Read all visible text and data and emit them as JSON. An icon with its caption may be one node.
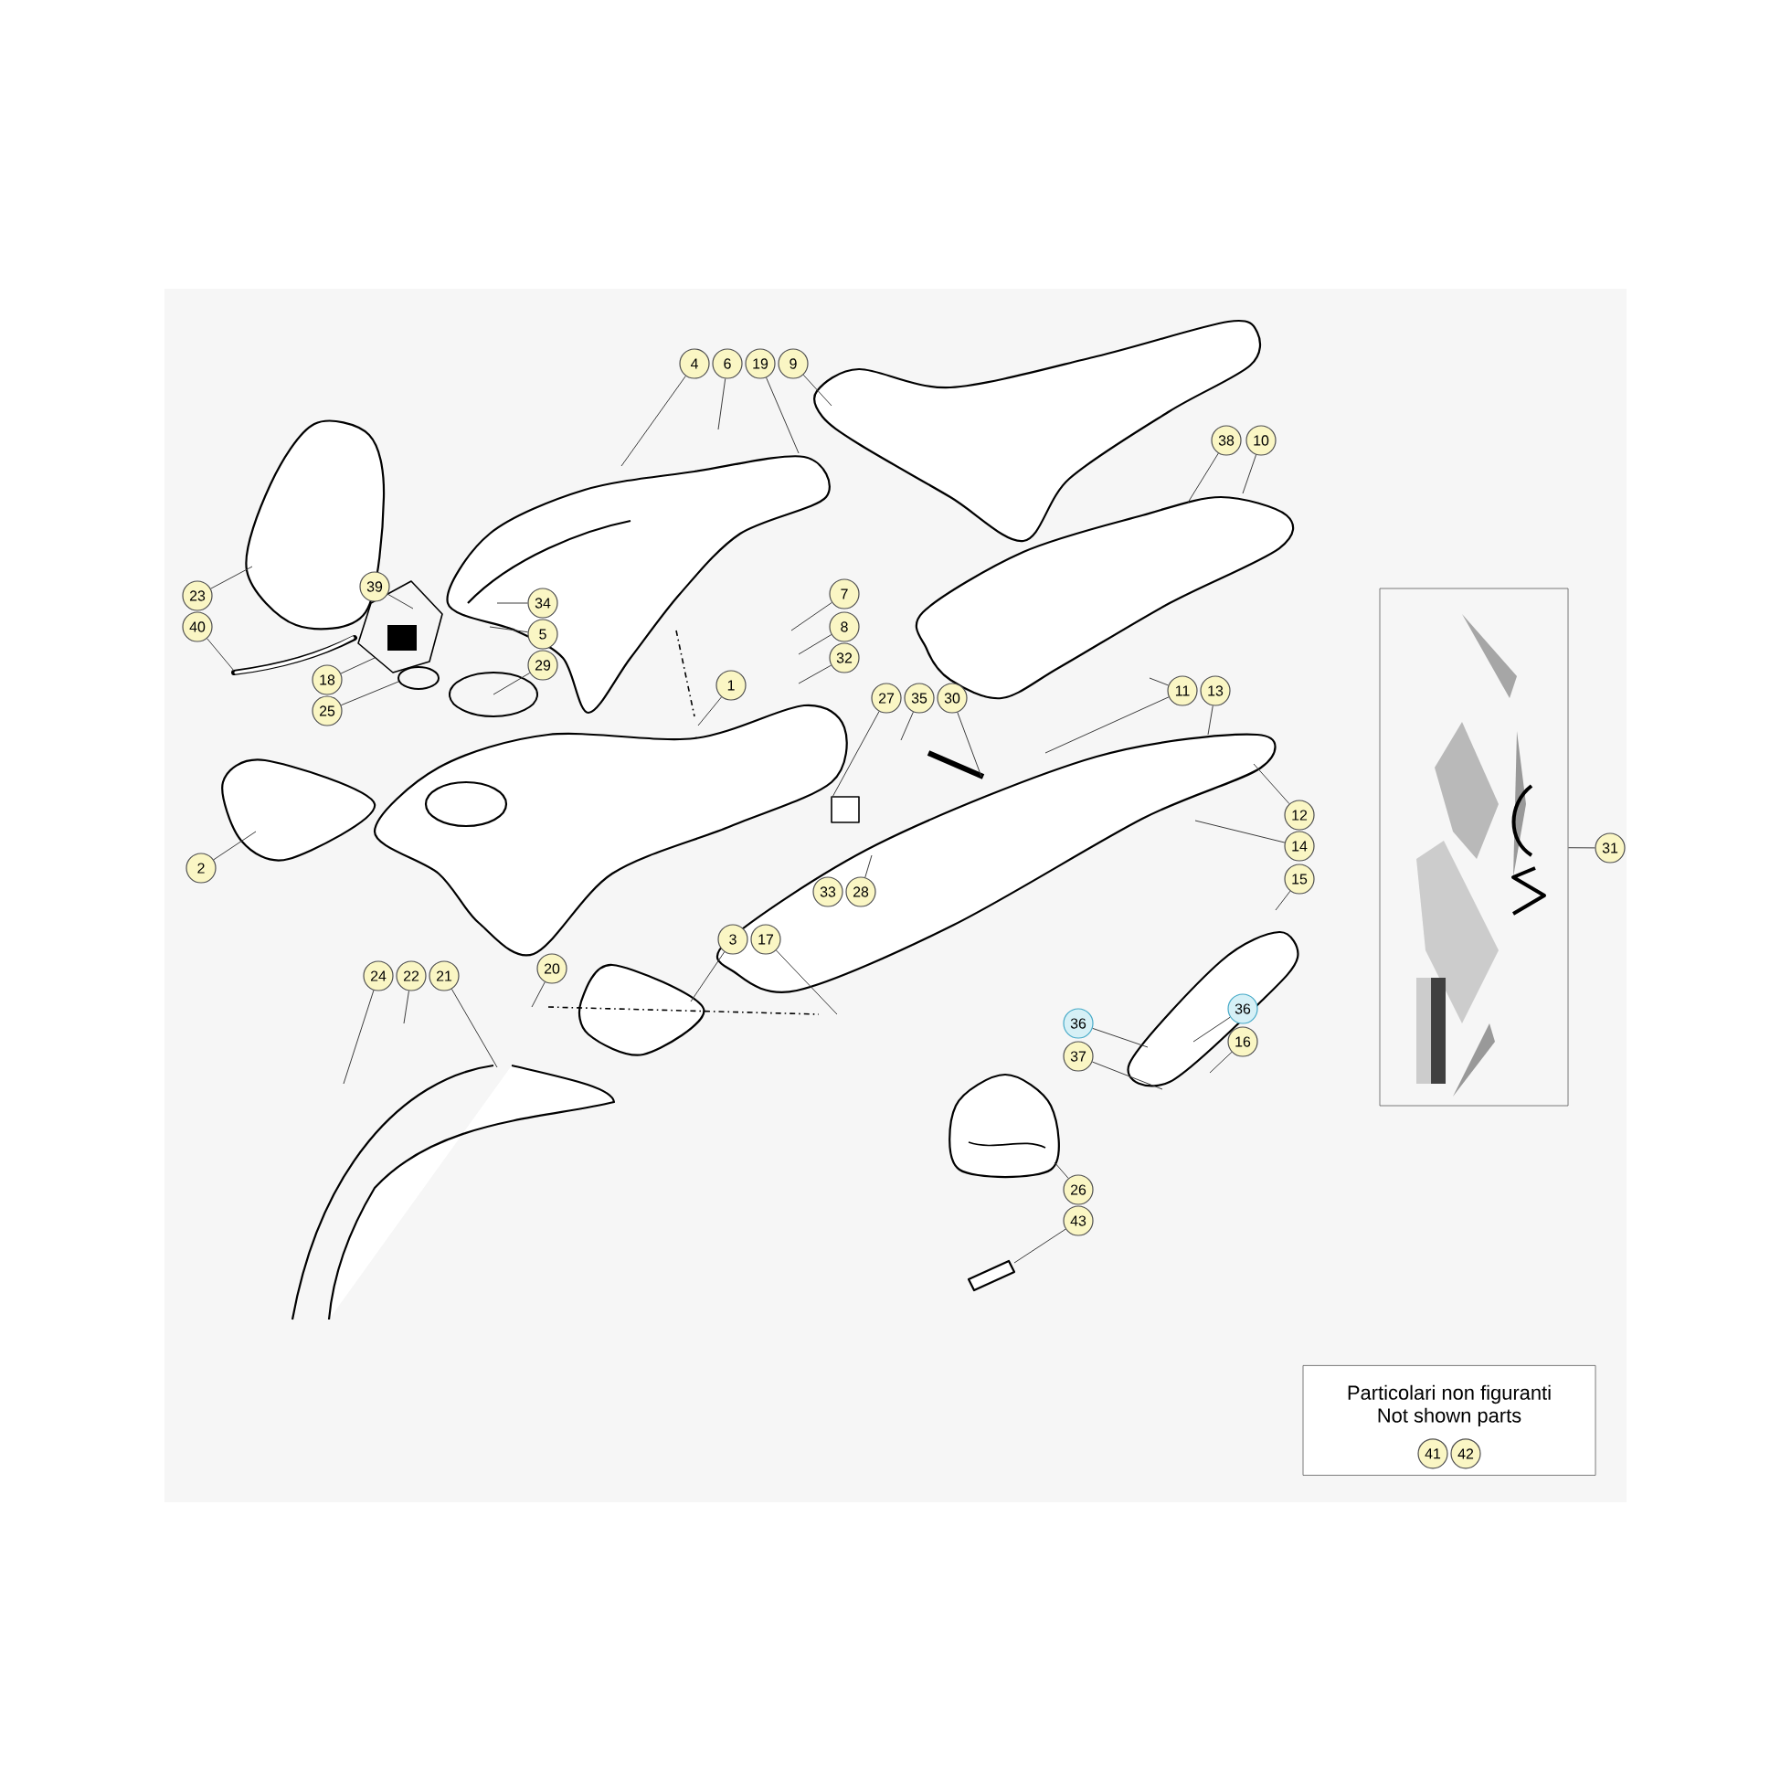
{
  "diagram": {
    "nodes": [
      {
        "text": [
          "4"
        ]
      },
      {
        "text": [
          "6"
        ]
      },
      {
        "text": [
          "19"
        ]
      },
      {
        "text": [
          "9"
        ]
      },
      {
        "text": [
          "38"
        ]
      },
      {
        "text": [
          "10"
        ]
      },
      {
        "text": [
          "23"
        ]
      },
      {
        "text": [
          "40"
        ]
      },
      {
        "text": [
          "39"
        ]
      },
      {
        "text": [
          "34"
        ]
      },
      {
        "text": [
          "5"
        ]
      },
      {
        "text": [
          "7"
        ]
      },
      {
        "text": [
          "8"
        ]
      },
      {
        "text": [
          "32"
        ]
      },
      {
        "text": [
          "18"
        ]
      },
      {
        "text": [
          "25"
        ]
      },
      {
        "text": [
          "29"
        ]
      },
      {
        "text": [
          "1"
        ]
      },
      {
        "text": [
          "27"
        ]
      },
      {
        "text": [
          "35"
        ]
      },
      {
        "text": [
          "30"
        ]
      },
      {
        "text": [
          "11"
        ]
      },
      {
        "text": [
          "13"
        ]
      },
      {
        "text": [
          "2"
        ]
      },
      {
        "text": [
          "12"
        ]
      },
      {
        "text": [
          "14"
        ]
      },
      {
        "text": [
          "15"
        ]
      },
      {
        "text": [
          "31"
        ]
      },
      {
        "text": [],
        "shape": "box"
      },
      {
        "text": [
          "33"
        ]
      },
      {
        "text": [
          "28"
        ]
      },
      {
        "text": [
          "3"
        ]
      },
      {
        "text": [
          "17"
        ]
      },
      {
        "text": [
          "24"
        ]
      },
      {
        "text": [
          "22"
        ]
      },
      {
        "text": [
          "21"
        ]
      },
      {
        "text": [
          "20"
        ]
      },
      {
        "text": [
          "36"
        ]
      },
      {
        "text": [
          "36"
        ]
      },
      {
        "text": [
          "37"
        ]
      },
      {
        "text": [
          "16"
        ]
      },
      {
        "text": [
          "26"
        ]
      },
      {
        "text": [
          "43"
        ]
      },
      {
        "text": [
          "Particolari non figuranti",
          "Not shown parts"
        ]
      },
      {
        "text": [
          "41"
        ],
        "in": 43
      },
      {
        "text": [
          "42"
        ],
        "in": 43
      }
    ],
    "edges": [
      {
        "from": 0,
        "to": null,
        "arrow": "none"
      },
      {
        "from": 1,
        "to": null,
        "arrow": "none"
      },
      {
        "from": 2,
        "to": null,
        "arrow": "none"
      },
      {
        "from": 3,
        "to": null,
        "arrow": "none"
      },
      {
        "from": 4,
        "to": null,
        "arrow": "none"
      },
      {
        "from": 5,
        "to": null,
        "arrow": "none"
      },
      {
        "from": 6,
        "to": null,
        "arrow": "none"
      },
      {
        "from": 7,
        "to": null,
        "arrow": "none"
      },
      {
        "from": 8,
        "to": null,
        "arrow": "none"
      },
      {
        "from": 9,
        "to": null,
        "arrow": "none"
      },
      {
        "from": 10,
        "to": null,
        "arrow": "none"
      },
      {
        "from": 11,
        "to": null,
        "arrow": "none"
      },
      {
        "from": 12,
        "to": null,
        "arrow": "none"
      },
      {
        "from": 13,
        "to": null,
        "arrow": "none"
      },
      {
        "from": 14,
        "to": null,
        "arrow": "none"
      },
      {
        "from": 15,
        "to": null,
        "arrow": "none"
      },
      {
        "from": 16,
        "to": null,
        "arrow": "none"
      },
      {
        "from": 17,
        "to": null,
        "arrow": "none"
      },
      {
        "from": 18,
        "to": null,
        "arrow": "none"
      },
      {
        "from": 19,
        "to": null,
        "arrow": "none"
      },
      {
        "from": 20,
        "to": null,
        "arrow": "none"
      },
      {
        "from": 21,
        "to": null,
        "arrow": "none"
      },
      {
        "from": 21,
        "to": null,
        "arrow": "none"
      },
      {
        "from": 22,
        "to": null,
        "arrow": "none"
      },
      {
        "from": 23,
        "to": null,
        "arrow": "none"
      },
      {
        "from": 24,
        "to": null,
        "arrow": "none"
      },
      {
        "from": 25,
        "to": null,
        "arrow": "none"
      },
      {
        "from": 26,
        "to": null,
        "arrow": "none"
      },
      {
        "from": 27,
        "to": 28,
        "arrow": "none"
      },
      {
        "from": 30,
        "to": null,
        "arrow": "none"
      },
      {
        "from": 31,
        "to": null,
        "arrow": "none"
      },
      {
        "from": 32,
        "to": null,
        "arrow": "none"
      },
      {
        "from": 33,
        "to": null,
        "arrow": "none"
      },
      {
        "from": 34,
        "to": null,
        "arrow": "none"
      },
      {
        "from": 35,
        "to": null,
        "arrow": "none"
      },
      {
        "from": 36,
        "to": null,
        "arrow": "none"
      },
      {
        "from": 37,
        "to": null,
        "arrow": "none"
      },
      {
        "from": 38,
        "to": null,
        "arrow": "none"
      },
      {
        "from": 39,
        "to": null,
        "arrow": "none"
      },
      {
        "from": 40,
        "to": null,
        "arrow": "none"
      },
      {
        "from": 41,
        "to": null,
        "arrow": "none"
      },
      {
        "from": 42,
        "to": null,
        "arrow": "none"
      }
    ]
  }
}
